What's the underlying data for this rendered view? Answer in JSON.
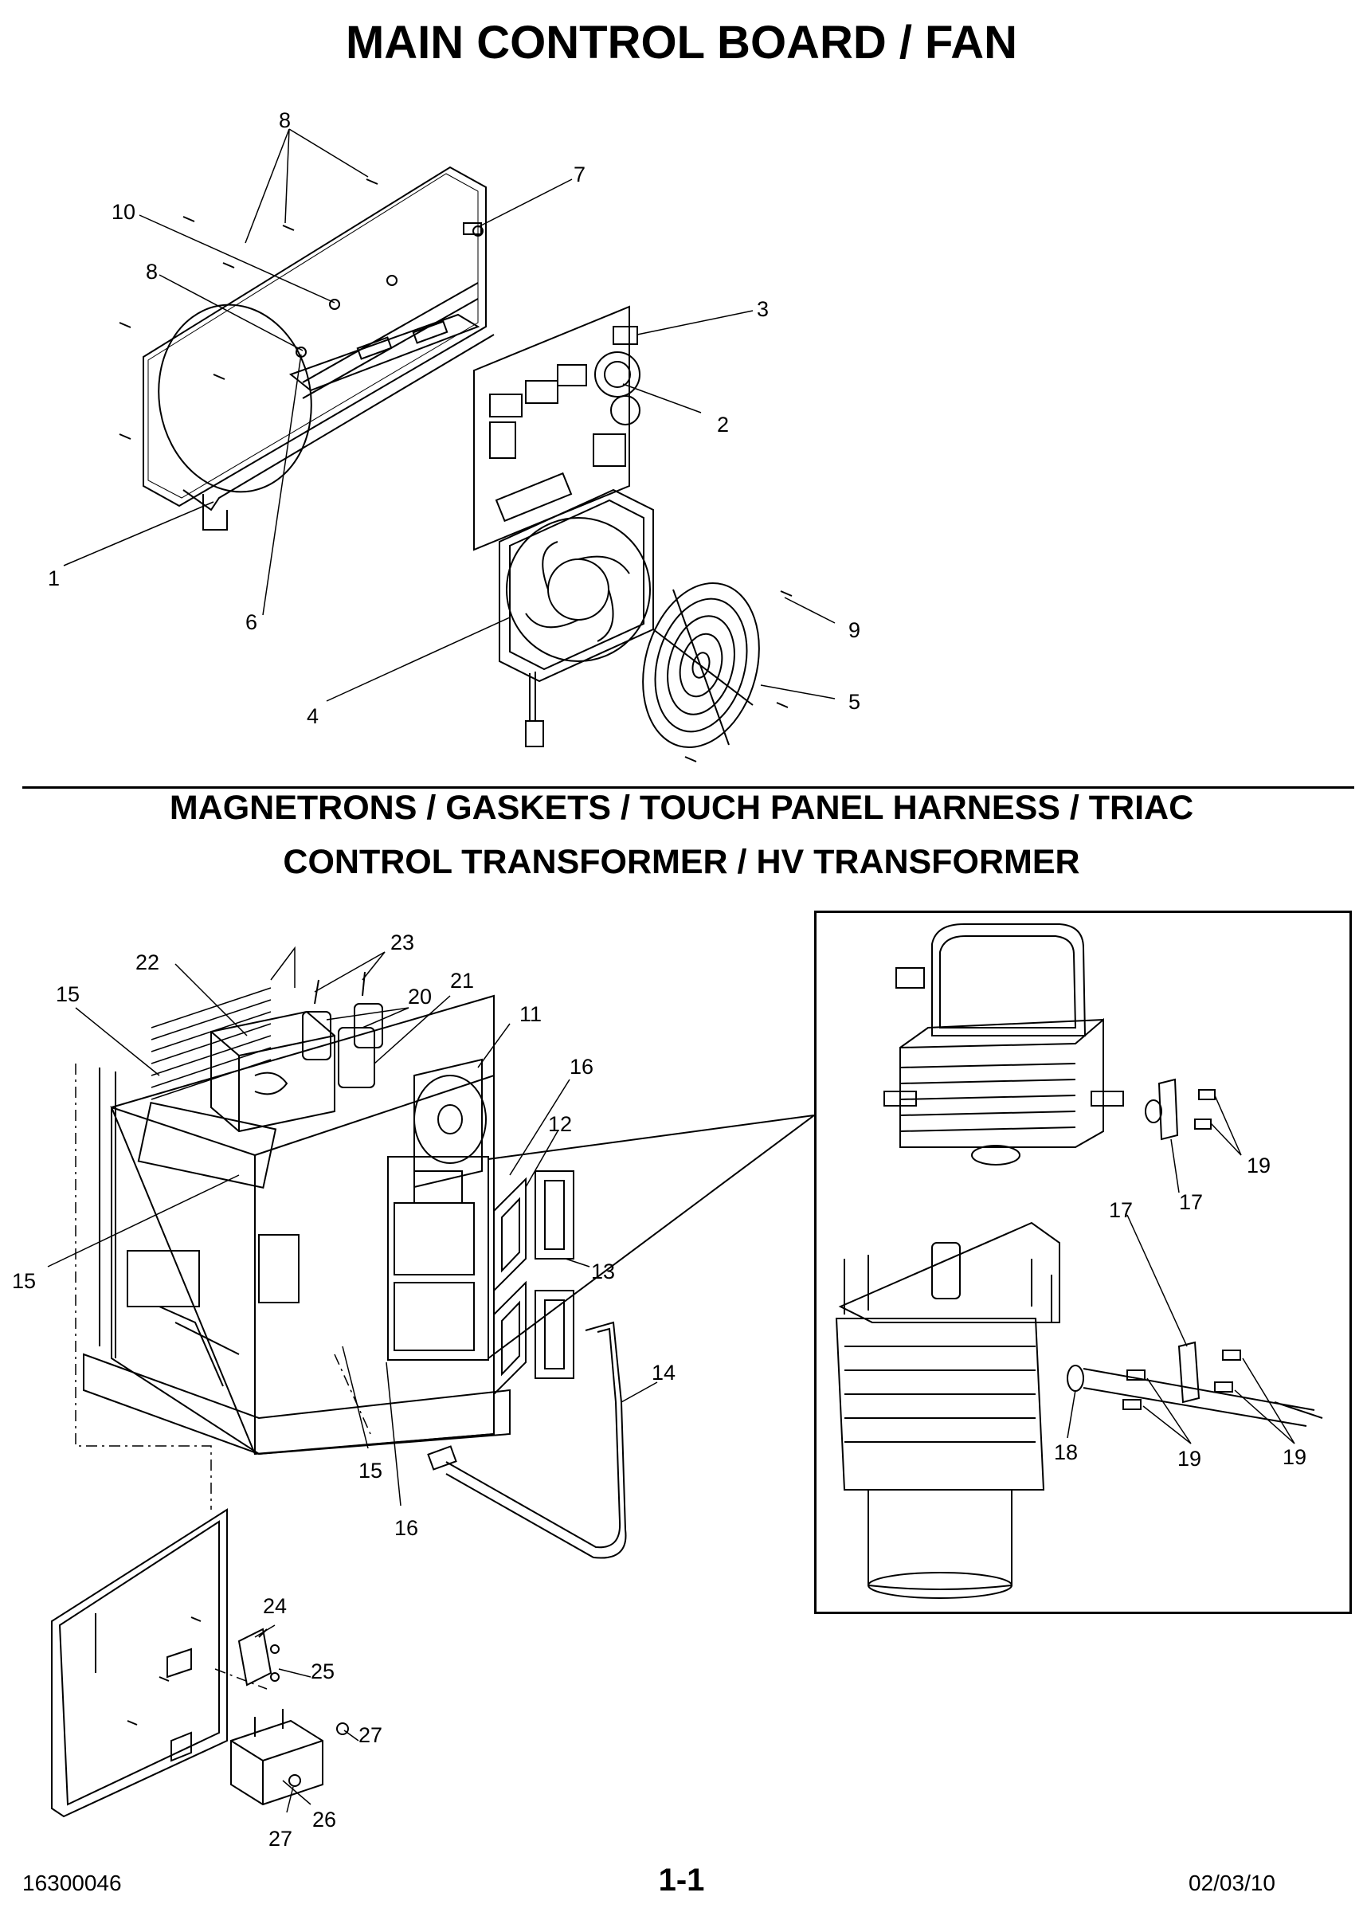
{
  "titles": {
    "top": "MAIN CONTROL BOARD / FAN",
    "middle_line1": "MAGNETRONS / GASKETS / TOUCH PANEL HARNESS / TRIAC",
    "middle_line2": "CONTROL TRANSFORMER / HV TRANSFORMER"
  },
  "footer": {
    "doc_number": "16300046",
    "page_number": "1-1",
    "date": "02/03/10"
  },
  "callouts_top": {
    "c1": "1",
    "c2": "2",
    "c3": "3",
    "c4": "4",
    "c5": "5",
    "c6": "6",
    "c7": "7",
    "c8a": "8",
    "c8b": "8",
    "c9": "9",
    "c10": "10"
  },
  "callouts_bottom": {
    "c11": "11",
    "c12": "12",
    "c13": "13",
    "c14": "14",
    "c15a": "15",
    "c15b": "15",
    "c15c": "15",
    "c16a": "16",
    "c16b": "16",
    "c20": "20",
    "c21": "21",
    "c22": "22",
    "c23": "23",
    "c24": "24",
    "c25": "25",
    "c26": "26",
    "c27a": "27",
    "c27b": "27"
  },
  "callouts_inset": {
    "c17a": "17",
    "c17b": "17",
    "c18": "18",
    "c19a": "19",
    "c19b": "19",
    "c19c": "19"
  }
}
